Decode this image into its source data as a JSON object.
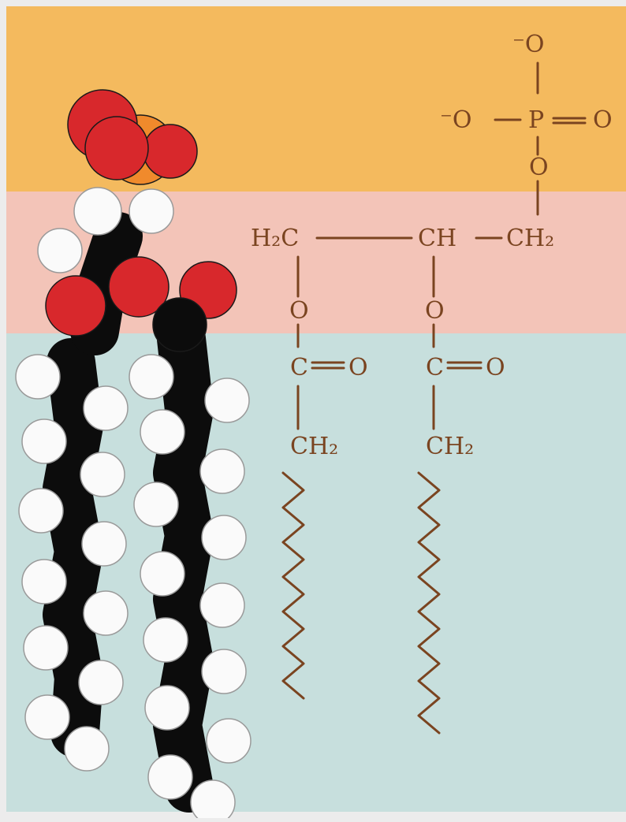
{
  "colors": {
    "frame": "#ececec",
    "band_head": "#f4ba5e",
    "band_glycerol": "#f3c4b8",
    "band_tail": "#c7dfdd",
    "oxygen": "#d8282c",
    "phosphorus": "#f08a2c",
    "carbon": "#0c0c0c",
    "hydrogen": "#fafafa",
    "bond_ink": "#7a4420"
  },
  "space_filling_model": {
    "atoms": [
      "oxygen",
      "phosphorus",
      "carbon",
      "hydrogen"
    ]
  },
  "structural_formula": {
    "phosphate_top_oxygen": "⁻O",
    "phosphate_left_oxygen": "⁻O",
    "phosphorus": "P",
    "phosphate_double_oxygen": "O",
    "bridge_oxygen": "O",
    "glycerol_left": "H₂C",
    "glycerol_middle": "CH",
    "glycerol_right": "CH₂",
    "ester_oxygen_left": "O",
    "ester_oxygen_right": "O",
    "carbonyl_carbon_left": "C",
    "carbonyl_oxygen_left": "O",
    "carbonyl_carbon_right": "C",
    "carbonyl_oxygen_right": "O",
    "tail_ch2_left": "CH₂",
    "tail_ch2_right": "CH₂"
  }
}
